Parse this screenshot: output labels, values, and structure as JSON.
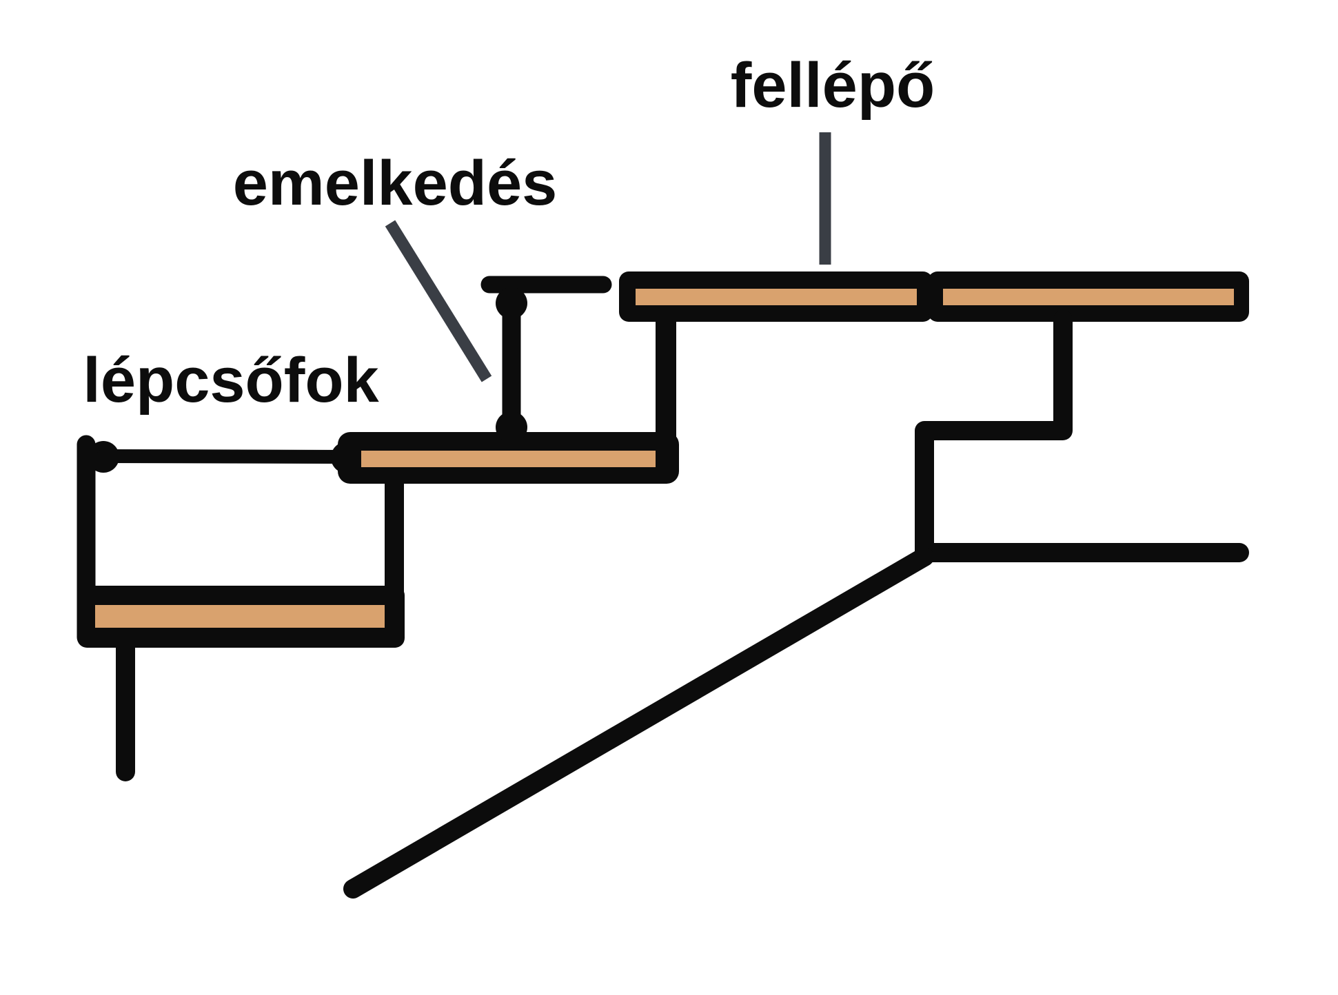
{
  "title": "Stair terminology diagram (Hungarian)",
  "labels": {
    "top": "fellépő",
    "middle": "emelkedés",
    "bottom": "lépcsőfok"
  },
  "colors": {
    "ink": "#0c0c0c",
    "wood": "#d9a26e",
    "leader": "#3a3e45",
    "text": "#0d0d0d",
    "background": "#ffffff"
  }
}
